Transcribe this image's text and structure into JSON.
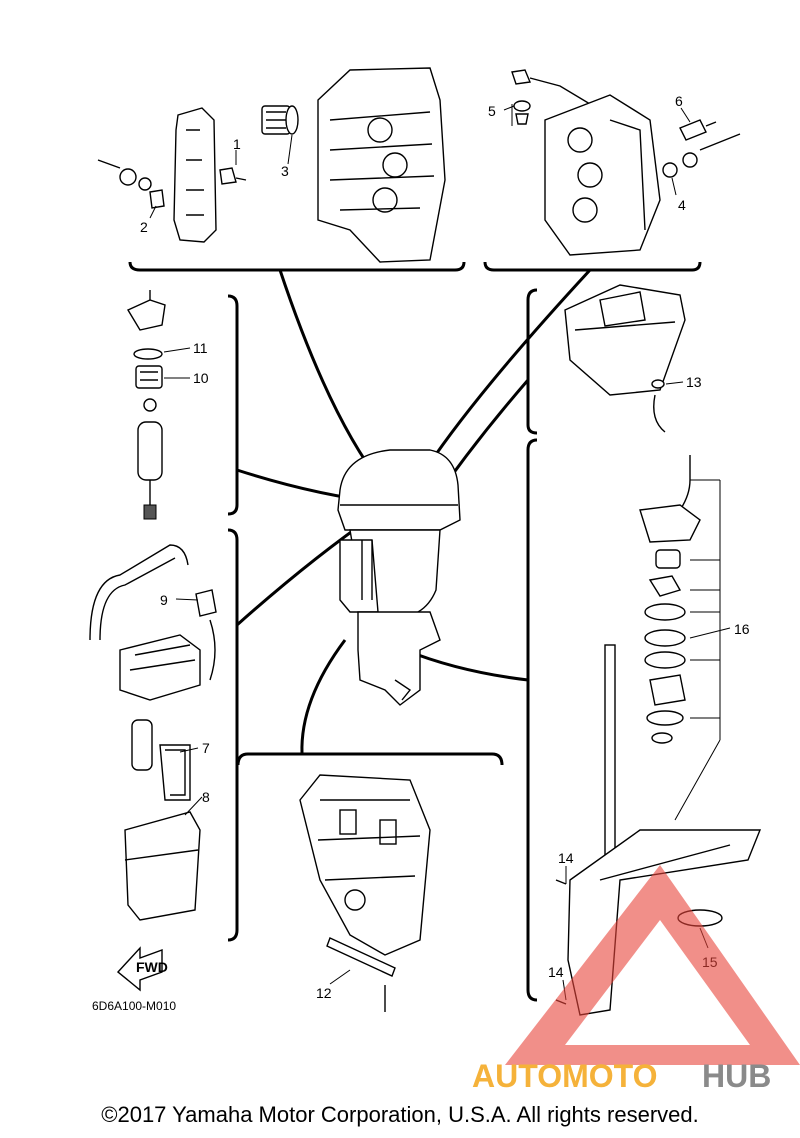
{
  "callouts": [
    {
      "id": "c1",
      "text": "1"
    },
    {
      "id": "c2",
      "text": "2"
    },
    {
      "id": "c3",
      "text": "3"
    },
    {
      "id": "c4",
      "text": "4"
    },
    {
      "id": "c5",
      "text": "5"
    },
    {
      "id": "c6",
      "text": "6"
    },
    {
      "id": "c7",
      "text": "7"
    },
    {
      "id": "c8",
      "text": "8"
    },
    {
      "id": "c9",
      "text": "9"
    },
    {
      "id": "c10",
      "text": "10"
    },
    {
      "id": "c11",
      "text": "11"
    },
    {
      "id": "c12",
      "text": "12"
    },
    {
      "id": "c13",
      "text": "13"
    },
    {
      "id": "c14a",
      "text": "14"
    },
    {
      "id": "c14b",
      "text": "14"
    },
    {
      "id": "c15",
      "text": "15"
    },
    {
      "id": "c16",
      "text": "16"
    }
  ],
  "fwd_label": "FWD",
  "diagram_code": "6D6A100-M010",
  "watermark": {
    "part1": "AUTOMOTO",
    "part2": "HUB",
    "color1": "#f5b23a",
    "color2": "#8a8a8a",
    "triangle_color": "#e8443a"
  },
  "copyright": "©2017 Yamaha Motor Corporation, U.S.A. All rights reserved."
}
